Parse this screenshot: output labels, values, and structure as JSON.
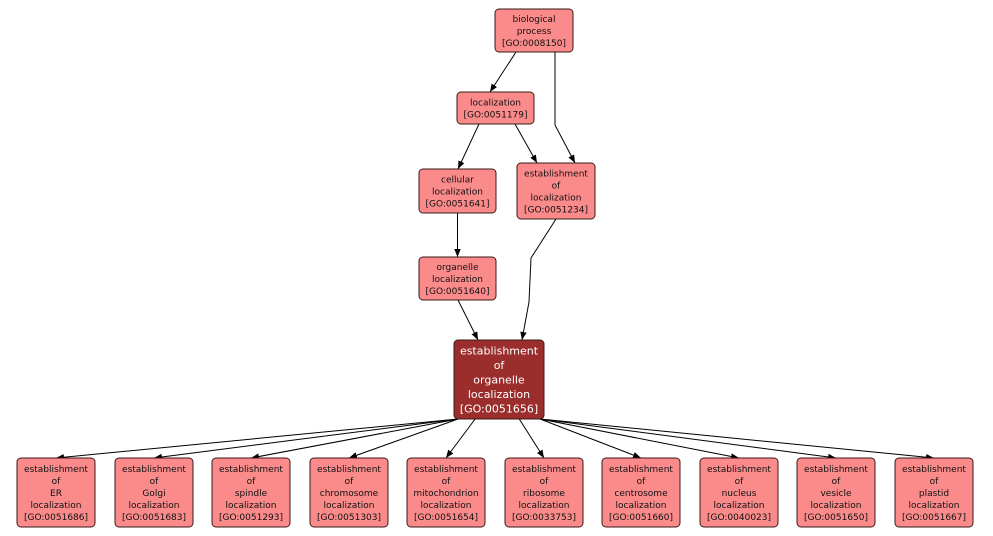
{
  "nodes": {
    "bp": {
      "lines": [
        "biological",
        "process",
        "[GO:0008150]"
      ]
    },
    "loc": {
      "lines": [
        "localization",
        "[GO:0051179]"
      ]
    },
    "cell": {
      "lines": [
        "cellular",
        "localization",
        "[GO:0051641]"
      ]
    },
    "estloc": {
      "lines": [
        "establishment",
        "of",
        "localization",
        "[GO:0051234]"
      ]
    },
    "org": {
      "lines": [
        "organelle",
        "localization",
        "[GO:0051640]"
      ]
    },
    "main": {
      "lines": [
        "establishment",
        "of",
        "organelle",
        "localization",
        "[GO:0051656]"
      ],
      "focus": true
    },
    "er": {
      "lines": [
        "establishment",
        "of",
        "ER",
        "localization",
        "[GO:0051686]"
      ]
    },
    "golgi": {
      "lines": [
        "establishment",
        "of",
        "Golgi",
        "localization",
        "[GO:0051683]"
      ]
    },
    "spindle": {
      "lines": [
        "establishment",
        "of",
        "spindle",
        "localization",
        "[GO:0051293]"
      ]
    },
    "chromosome": {
      "lines": [
        "establishment",
        "of",
        "chromosome",
        "localization",
        "[GO:0051303]"
      ]
    },
    "mito": {
      "lines": [
        "establishment",
        "of",
        "mitochondrion",
        "localization",
        "[GO:0051654]"
      ]
    },
    "ribosome": {
      "lines": [
        "establishment",
        "of",
        "ribosome",
        "localization",
        "[GO:0033753]"
      ]
    },
    "centrosome": {
      "lines": [
        "establishment",
        "of",
        "centrosome",
        "localization",
        "[GO:0051660]"
      ]
    },
    "nucleus": {
      "lines": [
        "establishment",
        "of",
        "nucleus",
        "localization",
        "[GO:0040023]"
      ]
    },
    "vesicle": {
      "lines": [
        "establishment",
        "of",
        "vesicle",
        "localization",
        "[GO:0051650]"
      ]
    },
    "plastid": {
      "lines": [
        "establishment",
        "of",
        "plastid",
        "localization",
        "[GO:0051667]"
      ]
    }
  },
  "edges": [
    [
      "bp",
      "loc"
    ],
    [
      "bp",
      "estloc"
    ],
    [
      "loc",
      "cell"
    ],
    [
      "loc",
      "estloc"
    ],
    [
      "cell",
      "org"
    ],
    [
      "org",
      "main"
    ],
    [
      "estloc",
      "main"
    ],
    [
      "main",
      "er"
    ],
    [
      "main",
      "golgi"
    ],
    [
      "main",
      "spindle"
    ],
    [
      "main",
      "chromosome"
    ],
    [
      "main",
      "mito"
    ],
    [
      "main",
      "ribosome"
    ],
    [
      "main",
      "centrosome"
    ],
    [
      "main",
      "nucleus"
    ],
    [
      "main",
      "vesicle"
    ],
    [
      "main",
      "plastid"
    ]
  ],
  "colors": {
    "term": "#fb8b8b",
    "focus": "#9b2d2d"
  }
}
